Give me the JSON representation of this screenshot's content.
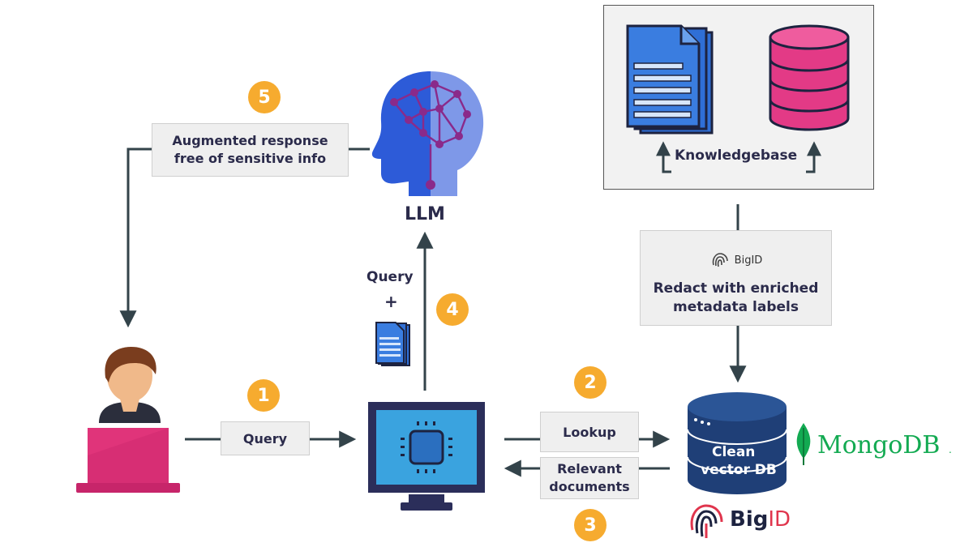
{
  "steps": {
    "step1": "1",
    "step2": "2",
    "step3": "3",
    "step4": "4",
    "step5": "5"
  },
  "labels": {
    "augmented_line1": "Augmented response",
    "augmented_line2": "free of sensitive info",
    "llm": "LLM",
    "query_plus_query": "Query",
    "query_plus_sign": "+",
    "query_box": "Query",
    "lookup": "Lookup",
    "relevant_line1": "Relevant",
    "relevant_line2": "documents",
    "knowledgebase": "Knowledgebase",
    "redact_line1": "Redact with enriched",
    "redact_line2": "metadata labels",
    "bigid_small": "BigID",
    "vector_db_line1": "Clean",
    "vector_db_line2": "vector DB",
    "mongodb": "MongoDB",
    "mongodb_mark": ".",
    "bigid_big_plain": "Big",
    "bigid_big_accent": "ID"
  },
  "colors": {
    "badge": "#f6ab2f",
    "arrow": "#33434a",
    "llm_blue": "#2d5bd8",
    "laptop_pink": "#e0347a",
    "db_pink": "#e33a86",
    "doc_blue": "#2f6fd6",
    "monitor_navy": "#2b2e5a",
    "screen_cyan": "#3aa3df",
    "vector_db_navy": "#1f3f77",
    "mongodb_green": "#13aa52",
    "bigid_red": "#e0354d"
  },
  "icons": [
    "user-icon",
    "laptop-icon",
    "monitor-chip-icon",
    "llm-head-icon",
    "document-stack-icon",
    "database-icon",
    "vector-db-icon",
    "mongodb-leaf-icon",
    "bigid-fingerprint-icon"
  ]
}
